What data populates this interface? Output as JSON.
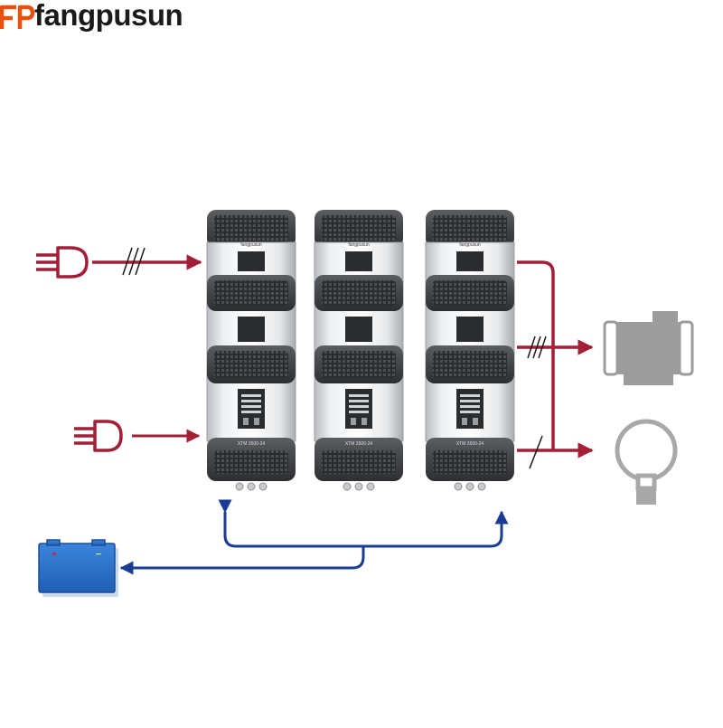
{
  "brand": {
    "name": "fangpusun",
    "logo_icon": "fp-logo-icon",
    "accent_color": "#e8500e"
  },
  "device": {
    "brand_label": "fangpusun",
    "model_label": "XTM 3500-24"
  },
  "icons": {
    "ac_source": "plug-icon",
    "load_motor": "motor-icon",
    "load_lamp": "light-bulb-icon",
    "battery": "battery-icon"
  },
  "battery": {
    "positive_symbol": "+",
    "negative_symbol": "−"
  },
  "colors": {
    "ac_line": "#a31f36",
    "dc_line": "#1a3c94",
    "icon_gray": "#999999",
    "battery_fill": "#2a6fc8"
  }
}
